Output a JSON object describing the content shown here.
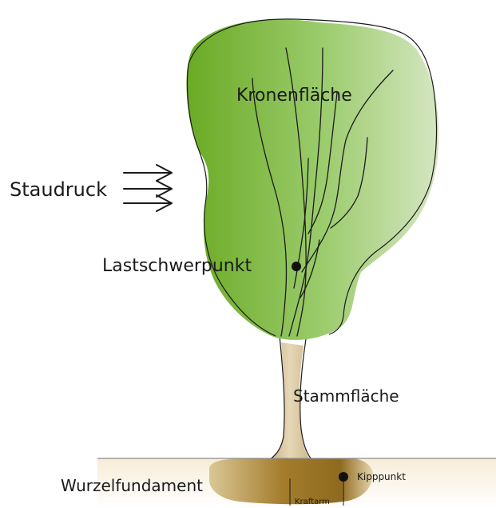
{
  "labels": {
    "crown": "Kronenfläche",
    "wind": "Staudruck",
    "load_center": "Lastschwerpunkt",
    "trunk": "Stammfläche",
    "root": "Wurzelfundament",
    "tipping_point": "Kipppunkt",
    "lever_arm": "Kraftarm"
  },
  "colors": {
    "crown_dark": "#6aaa24",
    "crown_mid": "#9ccc6e",
    "crown_light": "#d6e6c2",
    "trunk": "#d9c7a2",
    "root_dark": "#8f6a1f",
    "root_light": "#e6d6ad",
    "ground_line": "#8c8c8c",
    "outline": "#1a1a1a"
  }
}
